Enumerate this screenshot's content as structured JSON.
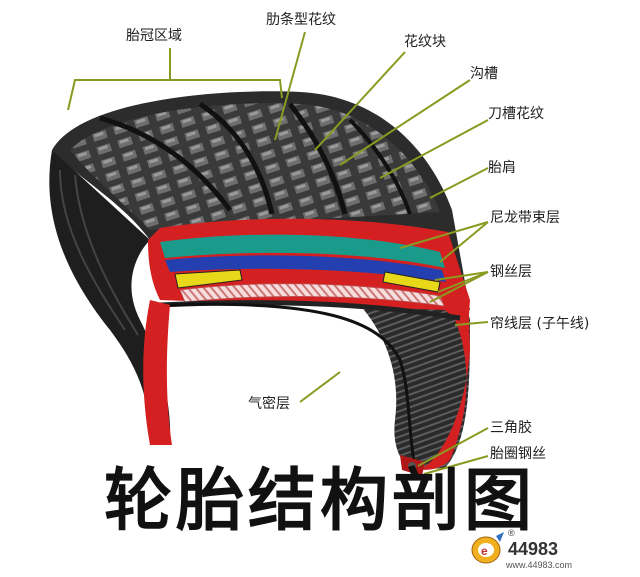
{
  "labels": {
    "crown_area": "胎冠区域",
    "rib_tread": "肋条型花纹",
    "tread_block": "花纹块",
    "groove": "沟槽",
    "sipe": "刀槽花纹",
    "shoulder": "胎肩",
    "nylon_cap": "尼龙带束层",
    "steel_belt": "钢丝层",
    "ply": "帘线层 (子午线)",
    "inner_liner": "气密层",
    "apex": "三角胶",
    "bead_wire": "胎圈钢丝"
  },
  "title": "轮胎结构剖图",
  "watermark": {
    "number": "44983",
    "url": "www.44983.com",
    "mark": "®"
  },
  "colors": {
    "tread": "#2b2b2b",
    "rubber_red": "#d42020",
    "nylon_teal": "#1a9a8a",
    "steel_blue": "#2440b0",
    "belt_yellow": "#e8d81a",
    "ply_pink": "#f0c8c8",
    "leader": "#8a9a20"
  }
}
